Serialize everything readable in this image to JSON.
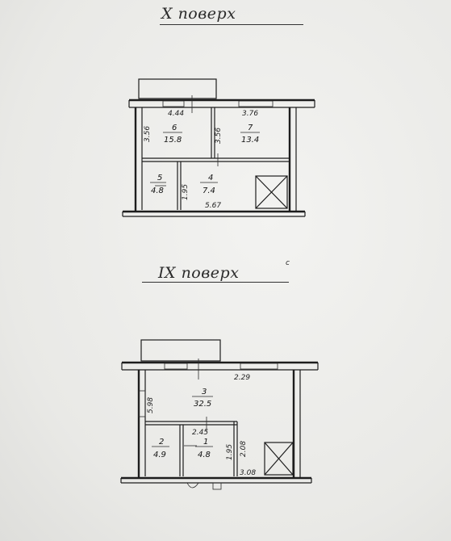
{
  "floors": [
    {
      "title": "X поверх",
      "rooms": [
        {
          "number": "6",
          "area": "15.8"
        },
        {
          "number": "7",
          "area": "13.4"
        },
        {
          "number": "5",
          "area": "4.8"
        },
        {
          "number": "4",
          "area": "7.4"
        }
      ],
      "dimensions": [
        "4.44",
        "3.76",
        "3.56",
        "3.56",
        "1.95",
        "5.67"
      ]
    },
    {
      "title": "IX поверх",
      "rooms": [
        {
          "number": "3",
          "area": "32.5"
        },
        {
          "number": "2",
          "area": "4.9"
        },
        {
          "number": "1",
          "area": "4.8"
        }
      ],
      "dimensions": [
        "2.29",
        "5.98",
        "2.45",
        "1.95",
        "2.08",
        "3.08"
      ]
    }
  ],
  "mark": "c"
}
